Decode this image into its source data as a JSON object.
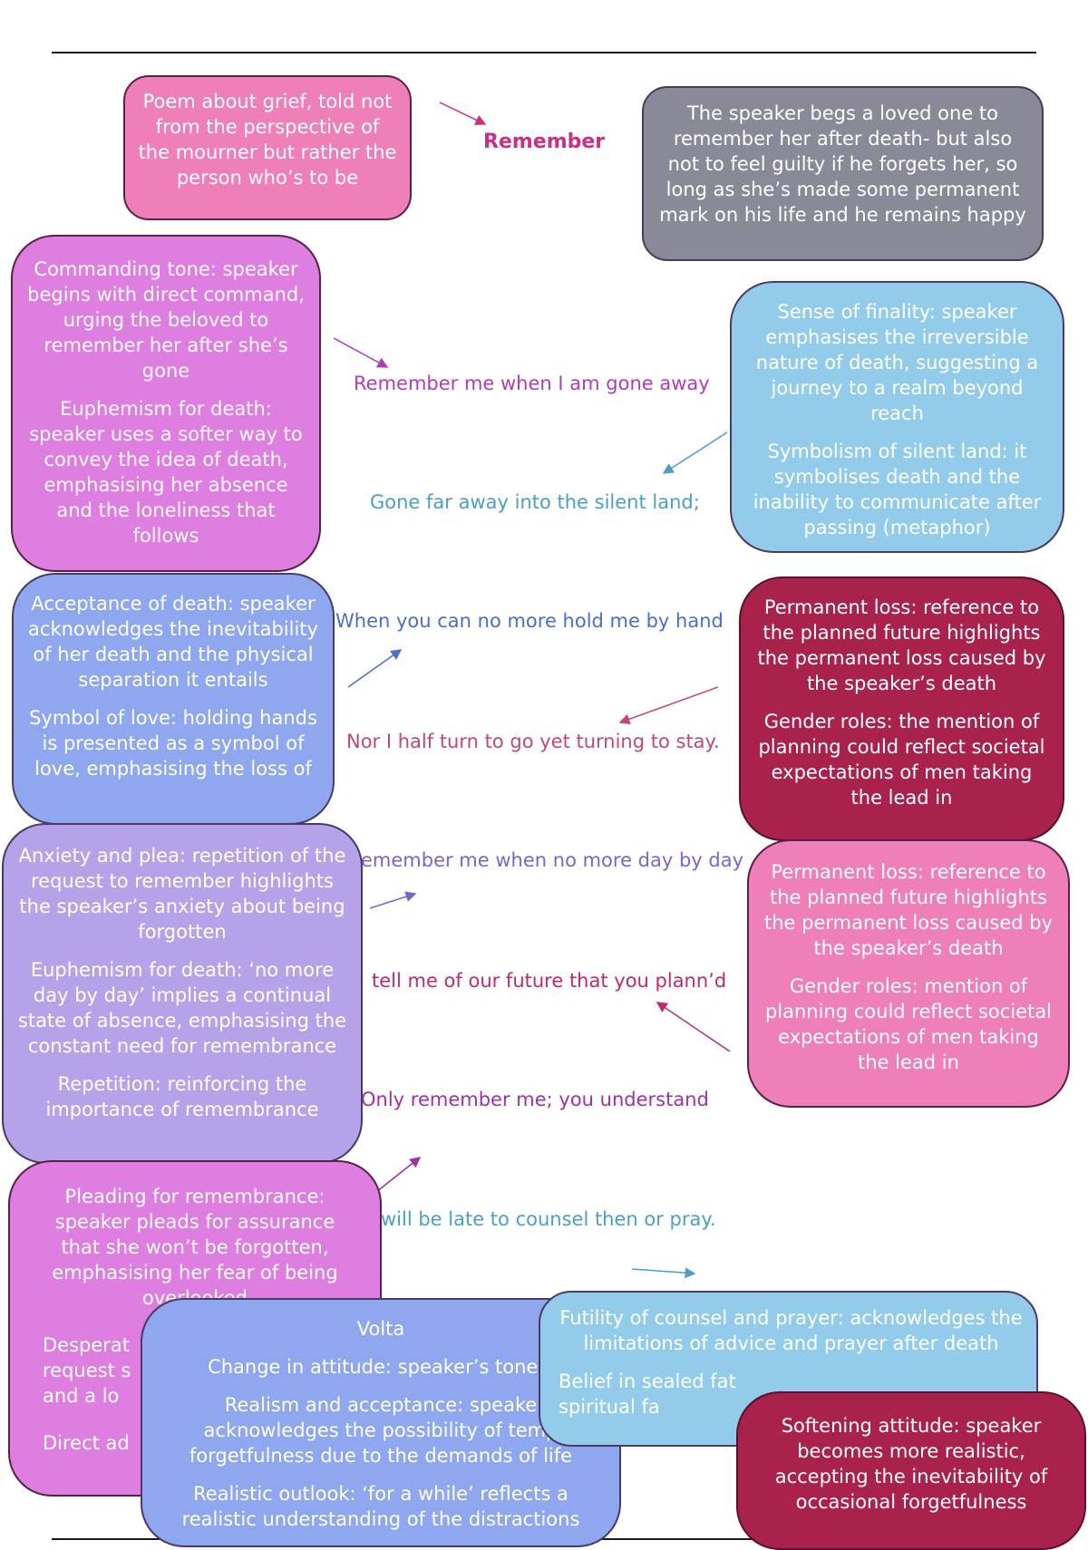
{
  "title": "Remember",
  "intro": {
    "context": "Poem about grief, told not from the perspective of the mourner but rather the person who’s to be",
    "summary": "The speaker begs a loved one to remember her after death- but also not to feel guilty if he forgets her, so long as she’s made some permanent mark on his life and he remains happy"
  },
  "poem_lines": [
    "Remember me when I am gone away",
    "Gone far away into the silent land;",
    "When you can no more hold me by hand",
    "Nor I half turn to go yet turning to stay.",
    "emember me when no more day by day",
    "tell me of our future that you plann’d",
    "Only remember me; you understand",
    "will be late to counsel then or pray."
  ],
  "annotations": {
    "a1": [
      "Commanding tone: speaker begins with direct command, urging the beloved to remember her after she’s gone",
      "Euphemism for death: speaker uses a softer way to convey the idea of death, emphasising her absence and the loneliness that follows"
    ],
    "a2": [
      "Sense of finality: speaker emphasises the irreversible nature of death, suggesting a journey to a realm beyond reach",
      "Symbolism of silent land: it symbolises death and the inability to communicate after passing (metaphor)"
    ],
    "a3": [
      "Acceptance of death: speaker acknowledges the inevitability of her death and the physical separation it entails",
      "Symbol of love: holding hands is presented as a symbol of love, emphasising the loss of"
    ],
    "a4": [
      "Permanent loss: reference to the planned future highlights the permanent loss caused by the speaker’s death",
      "Gender roles: the mention of planning could reflect societal expectations of men taking the lead in"
    ],
    "a5": [
      "Anxiety and plea: repetition of the request to remember highlights the speaker’s anxiety about being forgotten",
      "Euphemism for death: ‘no more day by day’ implies a continual state of absence, emphasising the constant need for remembrance",
      "Repetition: reinforcing the importance of remembrance"
    ],
    "a6": [
      "Permanent loss: reference to the planned future highlights the permanent loss caused by the speaker’s death",
      "Gender roles: mention of planning could reflect societal expectations of men taking the lead in"
    ],
    "a7": [
      "Pleading for remembrance: speaker pleads for assurance that she won’t be forgotten, emphasising her fear of being overlooked",
      "Desperat request s and a lo",
      "Direct ad"
    ],
    "a8": [
      "Volta",
      "Change in attitude: speaker’s tone s",
      "Realism and acceptance: speake acknowledges the possibility of temp forgetfulness due to the demands of life",
      "Realistic outlook: ‘for a while’ reflects a realistic understanding of the distractions"
    ],
    "a9": [
      "Futility of counsel and prayer: acknowledges the limitations of advice and prayer after death",
      "Belief in sealed fat spiritual fa"
    ],
    "a10": [
      "Softening attitude: speaker becomes more realistic, accepting the inevitability of occasional forgetfulness"
    ]
  },
  "colors": {
    "title": "#cc2f82",
    "line1": "#b03cb8",
    "line2": "#4a9ec8",
    "line3": "#4a6fc8",
    "line4": "#c04878",
    "line5": "#7a66c8",
    "line6": "#c02870",
    "line7": "#a030a8",
    "line8": "#4aa0c8"
  }
}
